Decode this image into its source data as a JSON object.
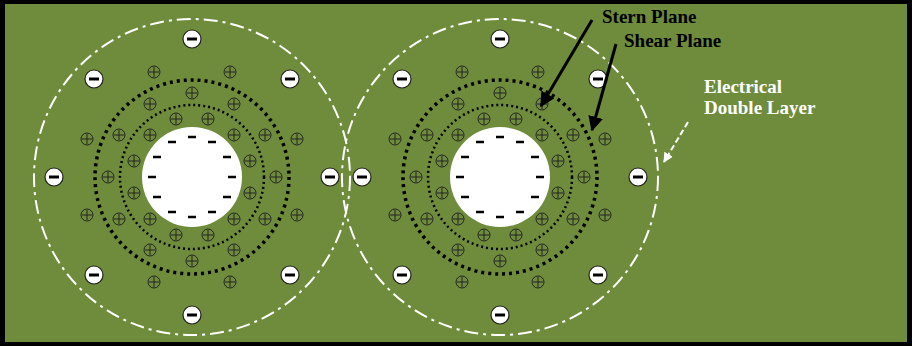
{
  "diagram": {
    "labels": [
      "Stern Plane",
      "Shear Plane",
      "Electrical Double Layer"
    ]
  }
}
